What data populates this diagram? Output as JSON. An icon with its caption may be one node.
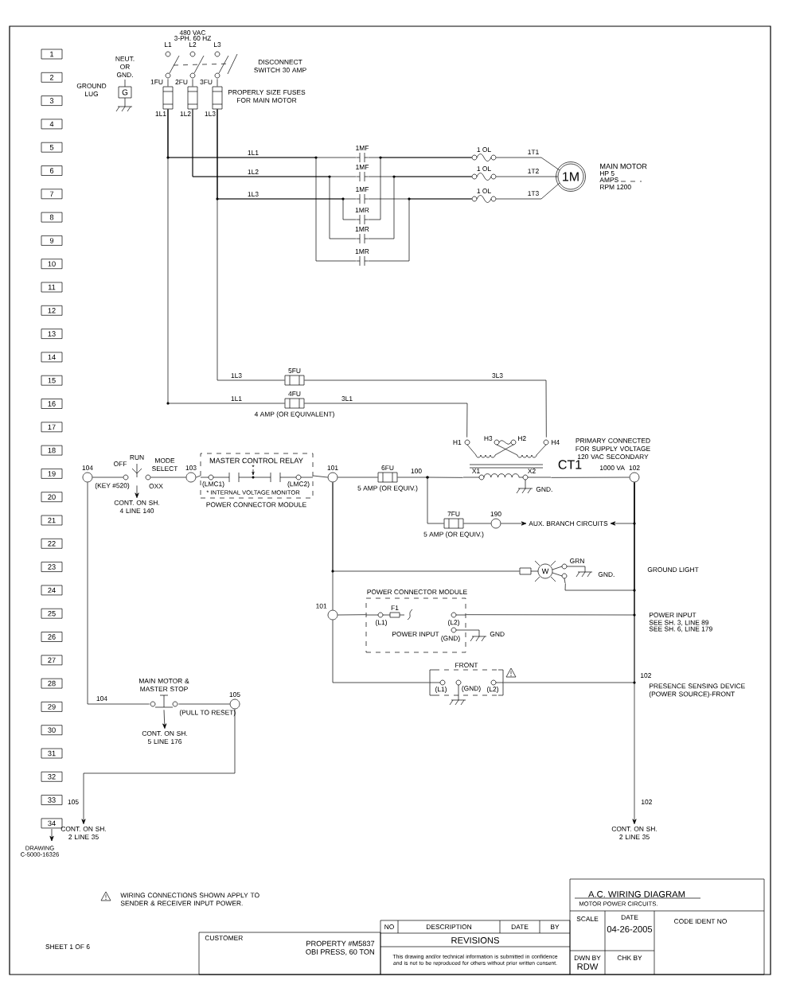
{
  "diagram": {
    "nodes": [
      {
        "text": [],
        "shape": "switch",
        "beside": [
          "L1",
          "L2",
          "L3",
          "DISCONNECT SWITCH 30 AMP"
        ]
      },
      {
        "text": [
          "G"
        ],
        "beside": [
          "NEUT. OR GND.",
          "GROUND LUG"
        ]
      },
      {
        "text": [
          "1FU"
        ]
      },
      {
        "text": [
          "2FU"
        ]
      },
      {
        "text": [
          "3FU"
        ]
      },
      {
        "text": [
          "1MF"
        ]
      },
      {
        "text": [
          "1MF"
        ]
      },
      {
        "text": [
          "1MF"
        ]
      },
      {
        "text": [
          "1MR"
        ]
      },
      {
        "text": [
          "1MR"
        ]
      },
      {
        "text": [
          "1MR"
        ]
      },
      {
        "text": [
          "1 OL"
        ]
      },
      {
        "text": [
          "1 OL"
        ]
      },
      {
        "text": [
          "1 OL"
        ]
      },
      {
        "text": [
          "1M"
        ],
        "beside": [
          "MAIN MOTOR",
          "HP 5",
          "AMPS",
          "RPM 1200"
        ]
      },
      {
        "text": [
          "5FU"
        ]
      },
      {
        "text": [
          "4FU"
        ],
        "beside": [
          "4 AMP (OR EQUIVALENT)"
        ]
      },
      {
        "text": [
          "CT1",
          "H1",
          "H3",
          "H2",
          "H4",
          "X1",
          "X2",
          "GND."
        ],
        "beside": [
          "PRIMARY CONNECTED FOR SUPPLY VOLTAGE 120 VAC SECONDARY",
          "1000 VA"
        ]
      },
      {
        "text": [
          "104"
        ]
      },
      {
        "text": [
          "MODE SELECT"
        ],
        "beside": [
          "OFF",
          "RUN",
          "(KEY #520)",
          "OXX"
        ]
      },
      {
        "text": [
          "CONT. ON SH. 4 LINE 140"
        ]
      },
      {
        "text": [
          "103"
        ]
      },
      {
        "text": [
          "MASTER CONTROL RELAY",
          "*",
          "(LMC1)",
          "(LMC2)",
          "* INTERNAL VOLTAGE MONITOR"
        ],
        "beside": [
          "POWER CONNECTOR MODULE"
        ]
      },
      {
        "text": [
          "101"
        ]
      },
      {
        "text": [
          "6FU"
        ],
        "beside": [
          "5 AMP (OR EQUIV.)"
        ]
      },
      {
        "text": [
          "100"
        ]
      },
      {
        "text": [
          "102"
        ]
      },
      {
        "text": [
          "7FU"
        ],
        "beside": [
          "5 AMP (OR EQUIV.)"
        ]
      },
      {
        "text": [
          "190"
        ]
      },
      {
        "text": [
          "AUX. BRANCH CIRCUITS"
        ]
      },
      {
        "text": [
          "W"
        ],
        "beside": [
          "GRN",
          "GND."
        ]
      },
      {
        "text": [
          "POWER CONNECTOR MODULE",
          "F1",
          "(L1)",
          "(L2)",
          "POWER INPUT",
          "(GND)"
        ],
        "beside": [
          "GND"
        ]
      },
      {
        "text": [
          "101"
        ]
      },
      {
        "text": [
          "FRONT",
          "(L1)",
          "(GND)",
          "(L2)"
        ]
      },
      {
        "text": [
          "MAIN MOTOR & MASTER STOP"
        ],
        "beside": [
          "(PULL TO RESET)"
        ]
      },
      {
        "text": [
          "105"
        ]
      },
      {
        "text": [
          "CONT. ON SH. 5 LINE 176"
        ]
      },
      {
        "text": [
          "CONT. ON SH. 2 LINE 35"
        ]
      },
      {
        "text": [
          "CONT. ON SH. 2 LINE 35"
        ]
      }
    ],
    "edges": [
      {
        "from": 0,
        "to": 2,
        "arrow": "none"
      },
      {
        "from": 0,
        "to": 3,
        "arrow": "none"
      },
      {
        "from": 0,
        "to": 4,
        "arrow": "none"
      },
      {
        "from": 2,
        "to": 5,
        "arrow": "none",
        "label": "1L1"
      },
      {
        "from": 3,
        "to": 6,
        "arrow": "none",
        "label": "1L2"
      },
      {
        "from": 4,
        "to": 7,
        "arrow": "none",
        "label": "1L3"
      },
      {
        "from": 4,
        "to": 8,
        "arrow": "none"
      },
      {
        "from": 3,
        "to": 9,
        "arrow": "none"
      },
      {
        "from": 2,
        "to": 10,
        "arrow": "none"
      },
      {
        "from": 5,
        "to": 11,
        "arrow": "none"
      },
      {
        "from": 6,
        "to": 12,
        "arrow": "none"
      },
      {
        "from": 7,
        "to": 13,
        "arrow": "none"
      },
      {
        "from": 8,
        "to": 11,
        "arrow": "none"
      },
      {
        "from": 9,
        "to": 12,
        "arrow": "none"
      },
      {
        "from": 10,
        "to": 13,
        "arrow": "none"
      },
      {
        "from": 11,
        "to": 14,
        "arrow": "none",
        "label": "1T1"
      },
      {
        "from": 12,
        "to": 14,
        "arrow": "none",
        "label": "1T2"
      },
      {
        "from": 13,
        "to": 14,
        "arrow": "none",
        "label": "1T3"
      },
      {
        "from": 4,
        "to": 15,
        "arrow": "none",
        "label": "1L3"
      },
      {
        "from": 2,
        "to": 16,
        "arrow": "none",
        "label": "1L1"
      },
      {
        "from": 15,
        "to": 17,
        "arrow": "none",
        "label": "3L3"
      },
      {
        "from": 16,
        "to": 17,
        "arrow": "none",
        "label": "3L1"
      },
      {
        "from": 18,
        "to": 19,
        "arrow": "none"
      },
      {
        "from": 19,
        "to": 20,
        "arrow": "to"
      },
      {
        "from": 19,
        "to": 21,
        "arrow": "none"
      },
      {
        "from": 21,
        "to": 22,
        "arrow": "none"
      },
      {
        "from": 22,
        "to": 23,
        "arrow": "none"
      },
      {
        "from": 23,
        "to": 24,
        "arrow": "none"
      },
      {
        "from": 24,
        "to": 25,
        "arrow": "none"
      },
      {
        "from": 25,
        "to": 17,
        "arrow": "none"
      },
      {
        "from": 17,
        "to": 26,
        "arrow": "none"
      },
      {
        "from": 25,
        "to": 27,
        "arrow": "none"
      },
      {
        "from": 27,
        "to": 28,
        "arrow": "none"
      },
      {
        "from": 28,
        "to": 29,
        "arrow": "to"
      },
      {
        "from": 26,
        "to": 29,
        "arrow": "to"
      },
      {
        "from": 23,
        "to": 30,
        "arrow": "none"
      },
      {
        "from": 30,
        "to": 26,
        "arrow": "none"
      },
      {
        "from": 23,
        "to": 32,
        "arrow": "none"
      },
      {
        "from": 32,
        "to": 31,
        "arrow": "none"
      },
      {
        "from": 31,
        "to": 26,
        "arrow": "none"
      },
      {
        "from": 32,
        "to": 33,
        "arrow": "none"
      },
      {
        "from": 33,
        "to": 26,
        "arrow": "none",
        "label": "102"
      },
      {
        "from": 26,
        "to": 38,
        "arrow": "to",
        "label": "102"
      },
      {
        "from": 18,
        "to": 34,
        "arrow": "none",
        "label": "104"
      },
      {
        "from": 34,
        "to": 36,
        "arrow": "to"
      },
      {
        "from": 34,
        "to": 35,
        "arrow": "none"
      },
      {
        "from": 35,
        "to": 37,
        "arrow": "to",
        "label": "105"
      }
    ],
    "labels": [
      "480 VAC",
      "3-PH. 60 HZ",
      "PROPERLY SIZE FUSES FOR MAIN MOTOR",
      "1L1",
      "1L2",
      "1L3",
      "GROUND LIGHT",
      "POWER INPUT",
      "SEE SH. 3, LINE 89",
      "SEE SH. 6, LINE 179",
      "PRESENCE SENSING DEVICE (POWER SOURCE)-FRONT",
      "1",
      "2",
      "3",
      "4",
      "5",
      "6",
      "7",
      "8",
      "9",
      "10",
      "11",
      "12",
      "13",
      "14",
      "15",
      "16",
      "17",
      "18",
      "19",
      "20",
      "21",
      "22",
      "23",
      "24",
      "25",
      "26",
      "27",
      "28",
      "29",
      "30",
      "31",
      "32",
      "33",
      "34",
      "DRAWING",
      "C-5000-16326",
      "WIRING CONNECTIONS SHOWN APPLY TO SENDER & RECEIVER INPUT POWER.",
      "SHEET 1 OF 6",
      "CUSTOMER",
      "PROPERTY #M5837",
      "OBI PRESS, 60 TON",
      "NO",
      "DESCRIPTION",
      "DATE",
      "BY",
      "REVISIONS",
      "This drawing and/or technical information is submitted in confidence and is not to be reproduced for others without prior written consent.",
      "A.C. WIRING DIAGRAM",
      "MOTOR POWER CIRCUITS.",
      "SCALE",
      "DATE",
      "04-26-2005",
      "CODE IDENT NO",
      "DWN BY",
      "RDW",
      "CHK BY"
    ]
  }
}
